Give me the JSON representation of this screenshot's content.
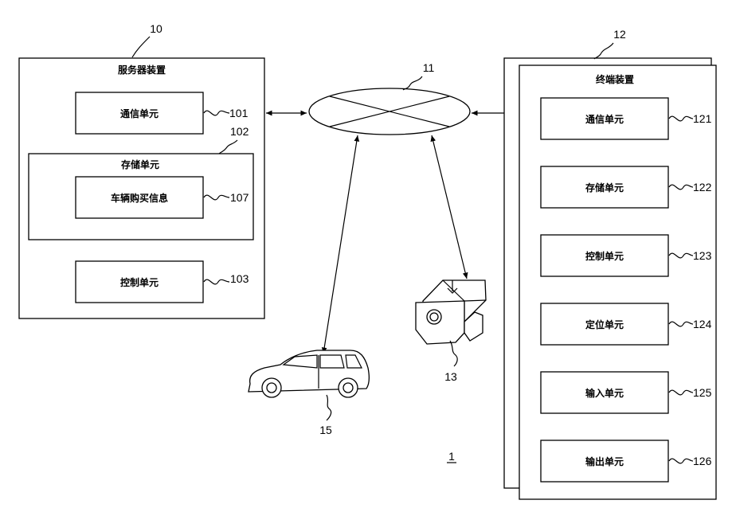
{
  "system_ref": "1",
  "server": {
    "ref": "10",
    "title": "服务器装置",
    "communication": {
      "label": "通信单元",
      "ref": "101"
    },
    "storage": {
      "label": "存储单元",
      "ref": "102"
    },
    "purchase_info": {
      "label": "车辆购买信息",
      "ref": "107"
    },
    "control": {
      "label": "控制单元",
      "ref": "103"
    }
  },
  "network": {
    "ref": "11"
  },
  "camera": {
    "ref": "13"
  },
  "vehicle": {
    "ref": "15"
  },
  "terminal": {
    "ref": "12",
    "title": "终端装置",
    "units": [
      {
        "label": "通信单元",
        "ref": "121"
      },
      {
        "label": "存储单元",
        "ref": "122"
      },
      {
        "label": "控制单元",
        "ref": "123"
      },
      {
        "label": "定位单元",
        "ref": "124"
      },
      {
        "label": "输入单元",
        "ref": "125"
      },
      {
        "label": "输出单元",
        "ref": "126"
      }
    ]
  }
}
